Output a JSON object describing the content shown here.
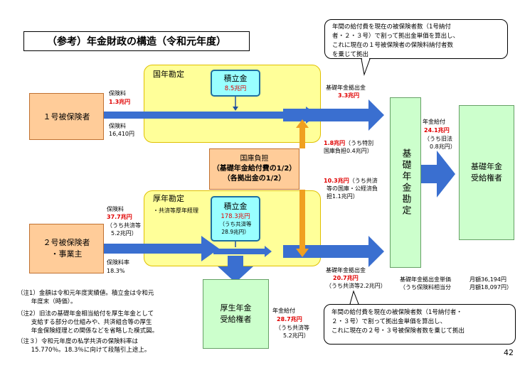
{
  "title": "（参考）年金財政の構造（令和元年度）",
  "kokunen": {
    "label": "国年勘定"
  },
  "kounen": {
    "label": "厚年勘定",
    "sub": "・共済等厚年経理"
  },
  "tsumitate1": {
    "label": "積立金",
    "value": "8.5兆円"
  },
  "tsumitate2": {
    "label": "積立金",
    "value": "178.3兆円",
    "sub1": "（うち共済等",
    "sub2": "28.9兆円）"
  },
  "kokko": {
    "line1": "国庫負担",
    "line2": "（基礎年金給付費の1/2）",
    "line3": "（各拠出金の1/2）"
  },
  "hiho1": {
    "label": "１号被保険者"
  },
  "hiho2": {
    "line1": "２号被保険者",
    "line2": "・事業主"
  },
  "flow1": {
    "label": "保険料",
    "value": "1.3兆円",
    "sub_label": "保険料",
    "sub_value": "16,410円"
  },
  "flow2": {
    "label": "保険料",
    "value": "37.7兆円",
    "sub1": "（うち共済等",
    "sub2": "5.2兆円）",
    "rate_label": "保険料率",
    "rate_value": "18.3%"
  },
  "kyoshutsu1": {
    "label": "基礎年金拠出金",
    "value": "3.3兆円"
  },
  "kyoshutsu2": {
    "label": "基礎年金拠出金",
    "value": "20.7兆円",
    "sub": "（うち共済等2.2兆円）"
  },
  "futan1": {
    "value": "1.8兆円",
    "rest": "（うち特別",
    "line2": "国庫負担0.4兆円）"
  },
  "futan2": {
    "value": "10.3兆円",
    "rest": "（うち共済",
    "line2": "等の国庫・公経済負",
    "line3": "担1.1兆円）"
  },
  "kanjo": {
    "label": "基礎年金勘定"
  },
  "kyufu1": {
    "label": "年金給付",
    "value": "24.1兆円",
    "sub1": "（うち旧法",
    "sub2": "0.8兆円）"
  },
  "kiso_juku": {
    "line1": "基礎年金",
    "line2": "受給権者"
  },
  "kousei_juku": {
    "line1": "厚生年金",
    "line2": "受給権者"
  },
  "kyufu2": {
    "label": "年金給付",
    "value": "28.7兆円",
    "sub1": "（うち共済等",
    "sub2": "5.2兆円）"
  },
  "tanka": {
    "label1": "基礎年金拠出金単価",
    "label2": "（うち保険料相当分",
    "value1": "月額36,194円",
    "value2": "月額18,097円）"
  },
  "callout1": {
    "line1": "年間の給付費を現在の被保険者数（1号納付",
    "line2": "者・２・３号）で割って拠出金単価を算出し、",
    "line3": "これに現在の１号被保険者の保険料納付者数",
    "line4": "を乗じて拠出"
  },
  "callout2": {
    "line1": "年間の給付費を現在の被保険者数（1号納付者・",
    "line2": "２・３号）で割って拠出金単価を算出し、",
    "line3": "これに現在の２号・３号被保険者数を乗じて拠出"
  },
  "notes": {
    "n1a": "（注1）金額は令和元年度実績値。積立金は令和元",
    "n1b": "　　 年度末（時価）。",
    "n2a": "（注2）旧法の基礎年金相当給付を厚生年金として",
    "n2b": "　　 支給する部分の仕組みや、共済組合等の厚生",
    "n2c": "　　 年金保険経理との関係などを省略した模式図。",
    "n3a": "（注３）令和元年度の私学共済の保険料率は",
    "n3b": "　　 15.770％。18.3％に向けて段階引上途上。"
  },
  "page_number": "42",
  "colors": {
    "arrow_blue": "#3a6fd0",
    "arrow_orange": "#f0a020",
    "yellow": "#ffff99",
    "cyan": "#99ffff",
    "orange_box": "#ffcc99",
    "green_box": "#ccffcc",
    "red_text": "#e00000"
  }
}
